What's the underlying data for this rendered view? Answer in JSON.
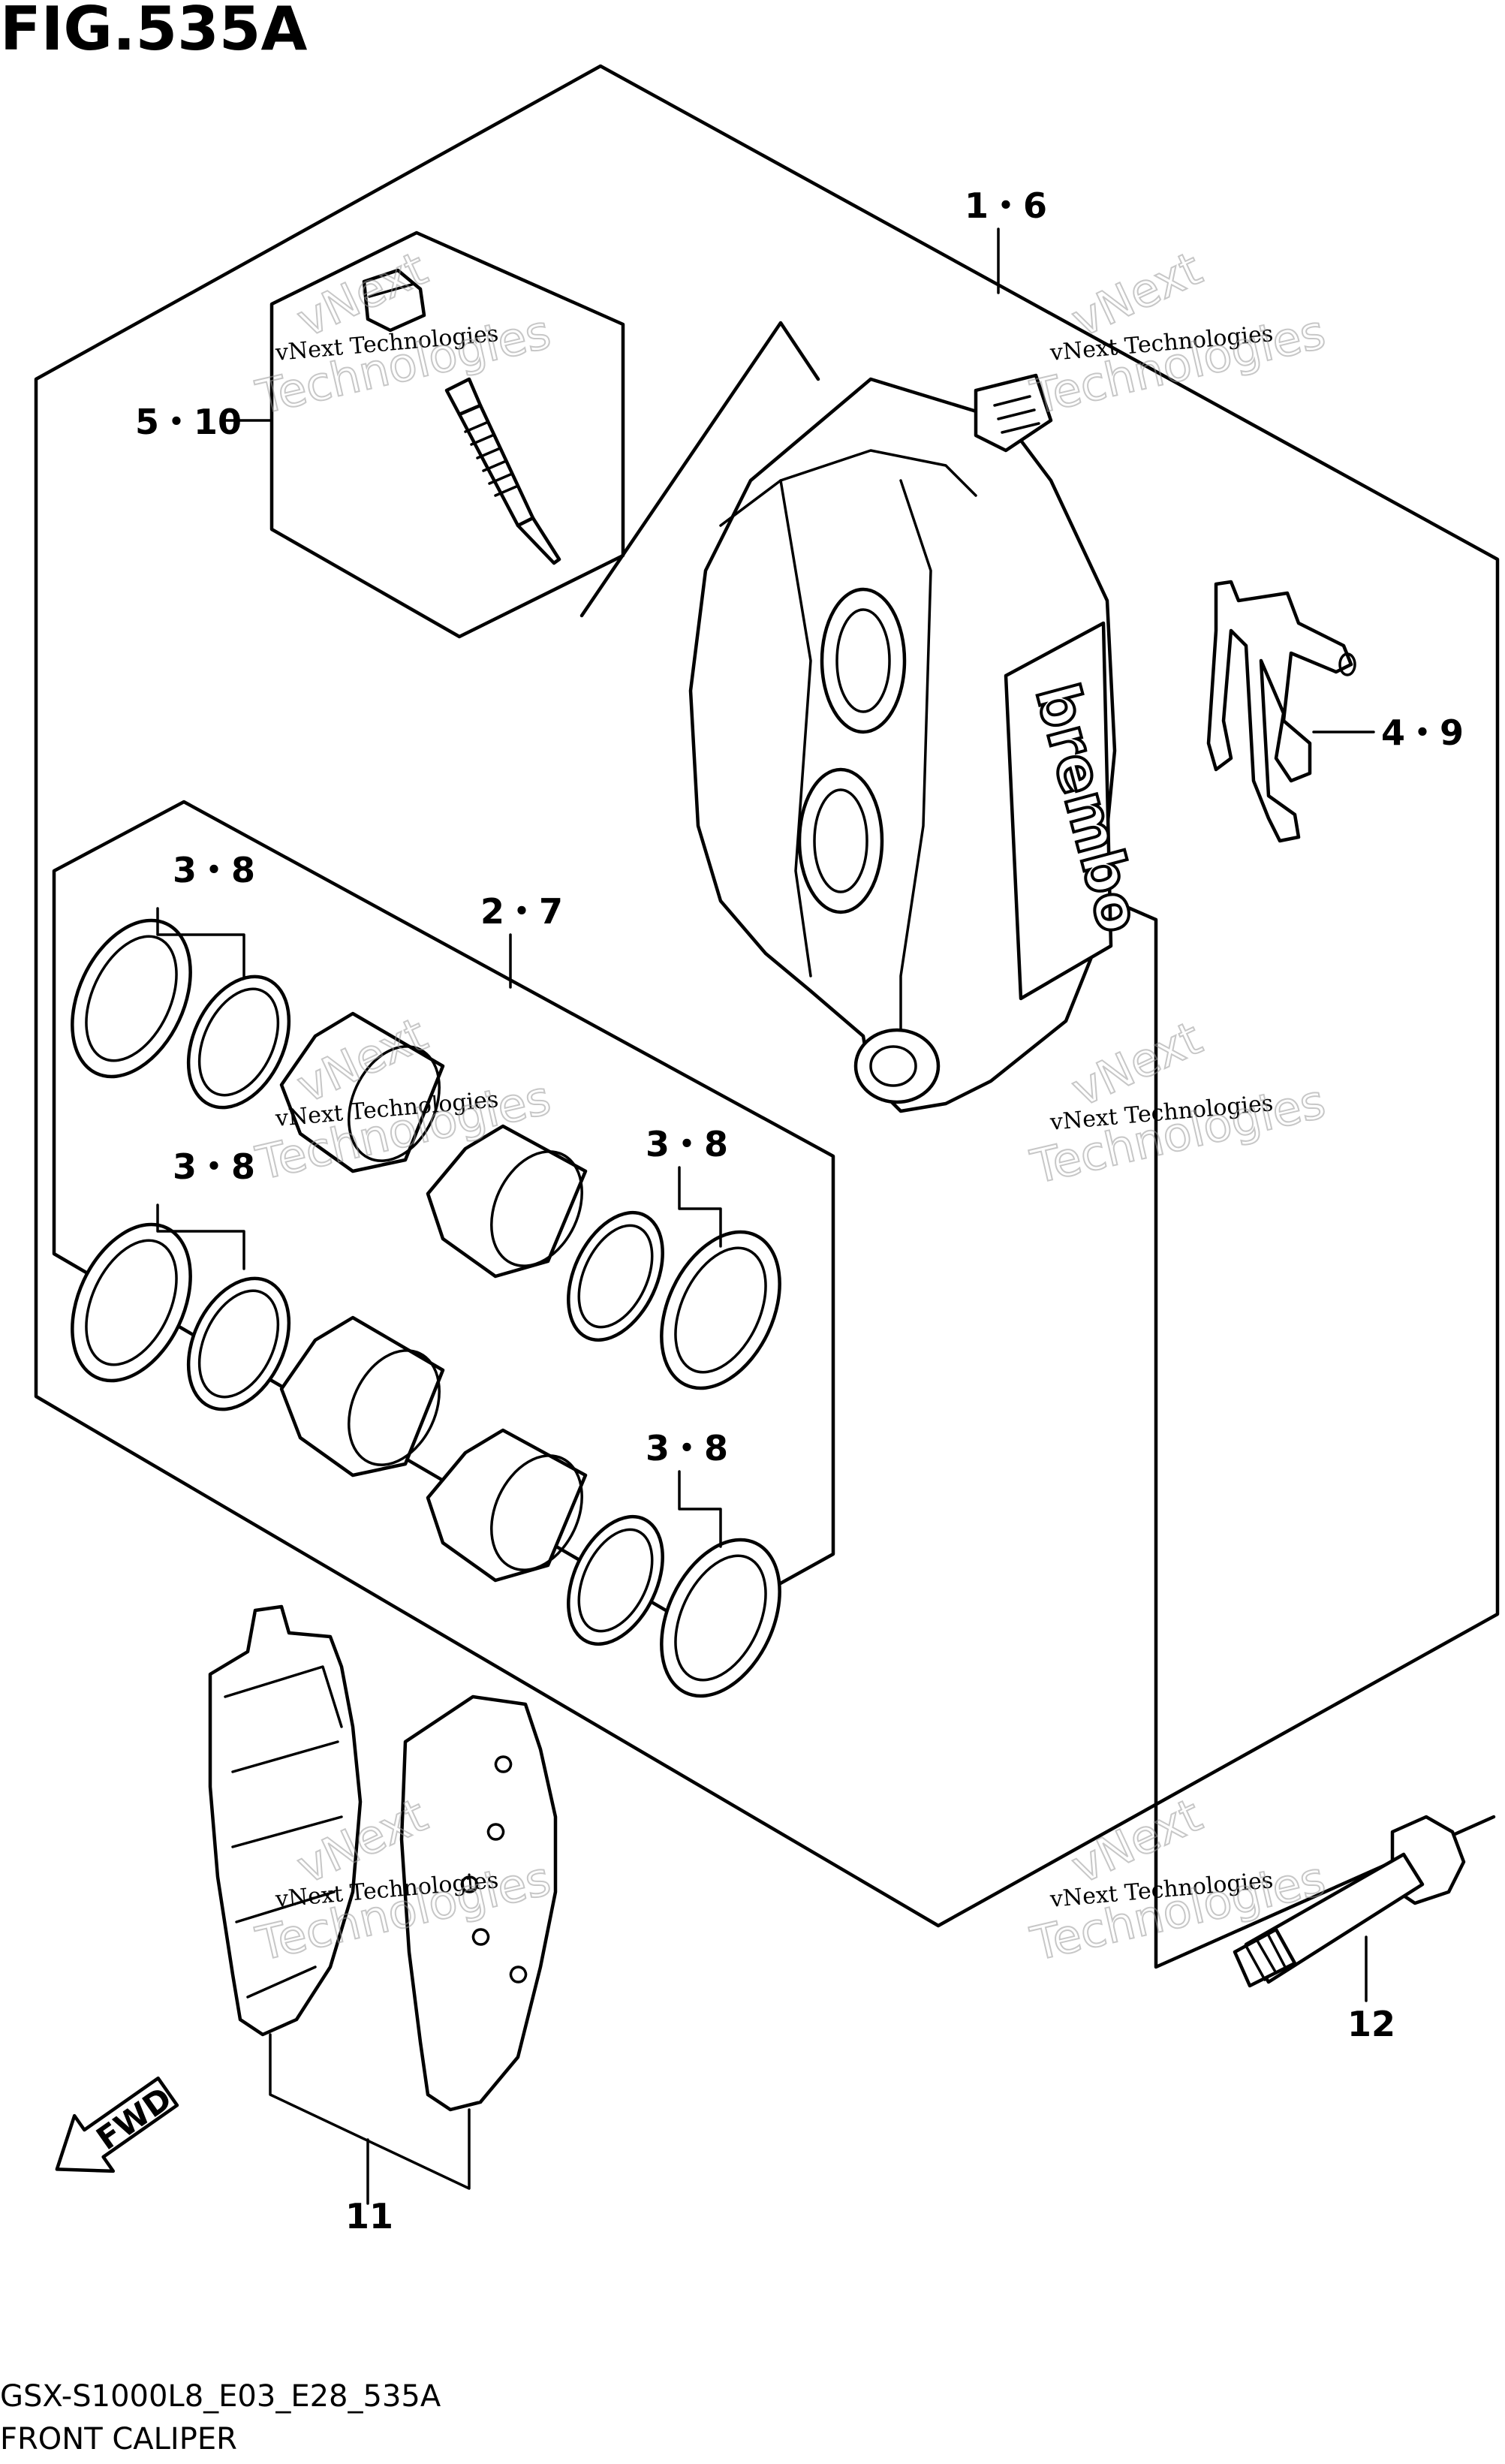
{
  "figure": {
    "title": "FIG.535A",
    "footer_code": "GSX-S1000L8_E03_E28_535A",
    "footer_name": "FRONT CALIPER"
  },
  "callouts": {
    "c1": "1・6",
    "c2": "5・10",
    "c3": "4・9",
    "c4": "2・7",
    "c5": "3・8",
    "c6": "3・8",
    "c7": "3・8",
    "c8": "3・8",
    "c9": "12",
    "c10": "11"
  },
  "caliper_brand": "brembo",
  "fwd_label": "FWD",
  "watermark": {
    "line1": "vNext Technologies",
    "line2": "Technologies",
    "line3": "vNext"
  }
}
